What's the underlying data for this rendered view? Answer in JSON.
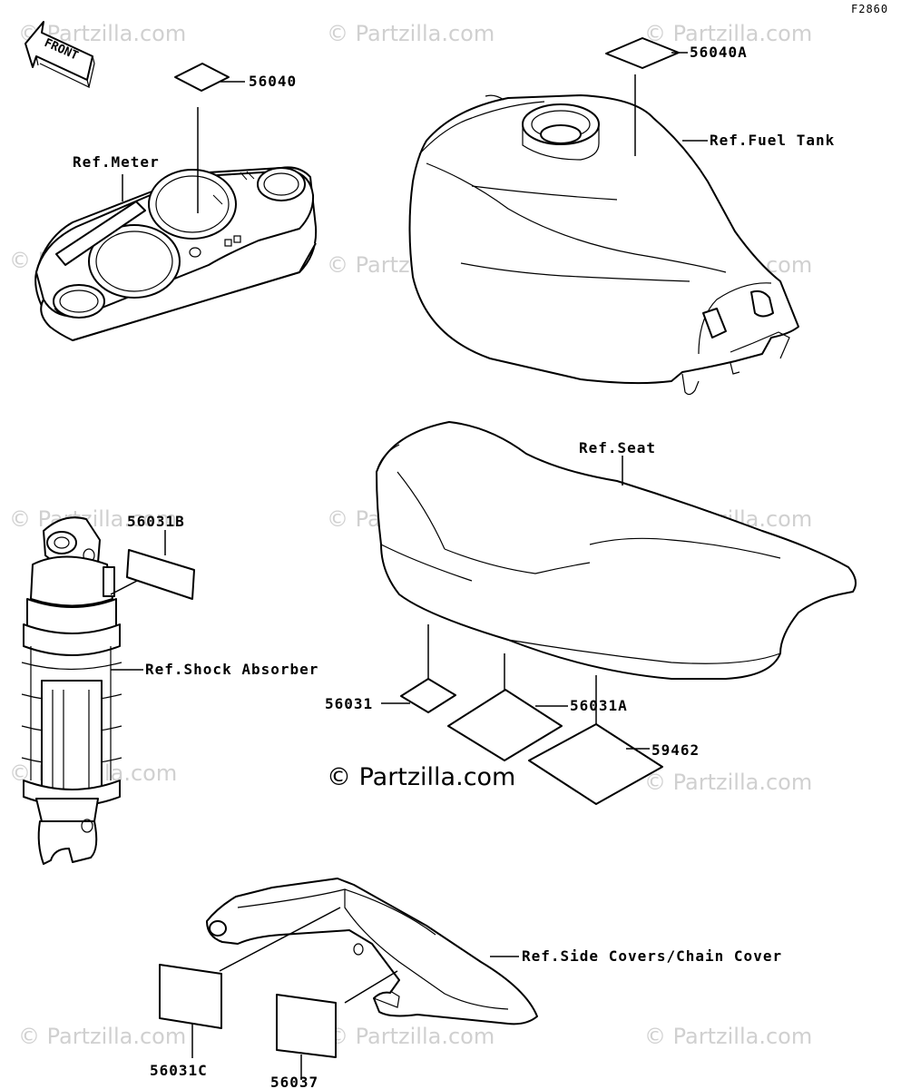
{
  "figure_code": "F2860",
  "front_label": "FRONT",
  "watermark": "© Partzilla.com",
  "copyright": "© Partzilla.com",
  "labels": {
    "p56040": "56040",
    "ref_meter": "Ref.Meter",
    "p56040A": "56040A",
    "ref_fuel_tank": "Ref.Fuel Tank",
    "ref_seat": "Ref.Seat",
    "p56031B": "56031B",
    "ref_shock": "Ref.Shock Absorber",
    "p56031": "56031",
    "p56031A": "56031A",
    "p59462": "59462",
    "ref_side_covers": "Ref.Side Covers/Chain Cover",
    "p56031C": "56031C",
    "p56037": "56037"
  }
}
